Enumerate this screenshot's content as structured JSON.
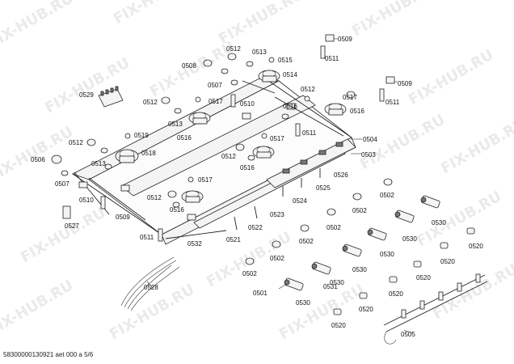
{
  "watermark": "FIX-HUB.RU",
  "footer": "58300000130921 aet 000 a 5/6",
  "labels": {
    "l0509a": "0509",
    "l0511a": "0511",
    "l0512a": "0512",
    "l0513a": "0513",
    "l0515": "0515",
    "l0508": "0508",
    "l0514": "0514",
    "l0507a": "0507",
    "l0512b": "0512",
    "l0509b": "0509",
    "l0529": "0529",
    "l0512c": "0512",
    "l0517a": "0517",
    "l0510a": "0510",
    "l0517b": "0517",
    "l0516a": "0516",
    "l0511b": "0511",
    "l0513b": "0513",
    "l0516b": "0516",
    "l0519": "0519",
    "l0511c": "0511",
    "l0512d": "0512",
    "l0517c": "0517",
    "l0504": "0504",
    "l0518": "0518",
    "l0512e": "0512",
    "l0503": "0503",
    "l0506": "0506",
    "l0513c": "0513",
    "l0516c": "0516",
    "l0526": "0526",
    "l0507b": "0507",
    "l0517d": "0517",
    "l0525": "0525",
    "l0502a": "0502",
    "l0510b": "0510",
    "l0512f": "0512",
    "l0524": "0524",
    "l0502b": "0502",
    "l0509c": "0509",
    "l0516d": "0516",
    "l0523": "0523",
    "l0530a": "0530",
    "l0527": "0527",
    "l0511d": "0511",
    "l0522": "0522",
    "l0502c": "0502",
    "l0521": "0521",
    "l0530b": "0530",
    "l0532": "0532",
    "l0530c": "0530",
    "l0520a": "0520",
    "l0502d": "0502",
    "l0530d": "0530",
    "l0520b": "0520",
    "l0530e": "0530",
    "l0520c": "0520",
    "l0528": "0528",
    "l0531": "0531",
    "l0520d": "0520",
    "l0501": "0501",
    "l0530f": "0530",
    "l0520e": "0520",
    "l0520f": "0520",
    "l0505": "0505"
  }
}
